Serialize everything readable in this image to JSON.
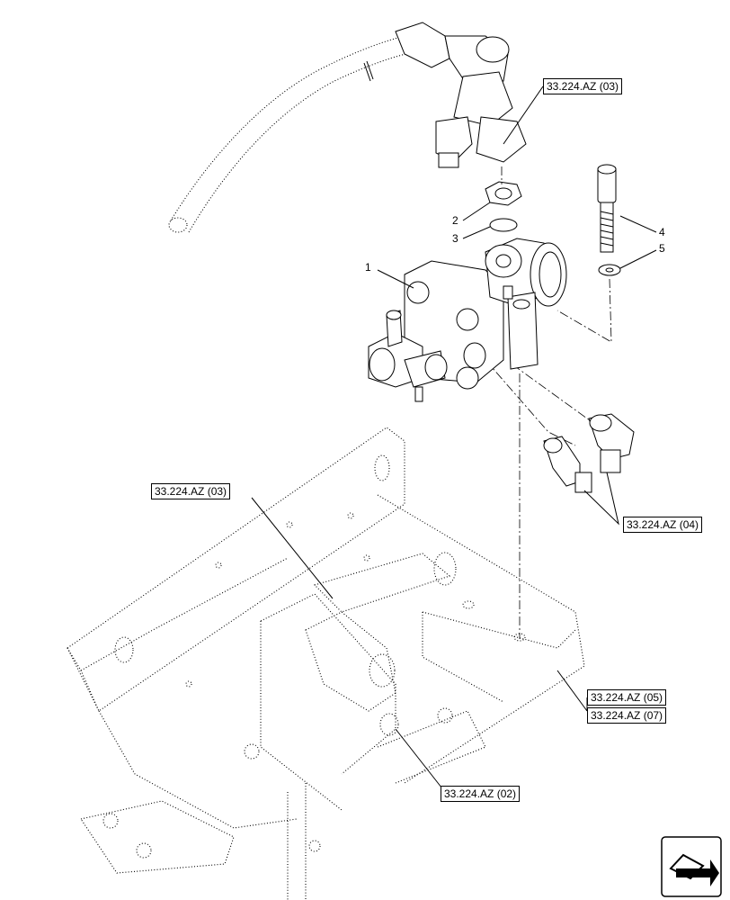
{
  "refs": {
    "r_top": "33.224.AZ (03)",
    "r_left": "33.224.AZ (03)",
    "r_right": "33.224.AZ (04)",
    "r_05": "33.224.AZ (05)",
    "r_07": "33.224.AZ (07)",
    "r_02": "33.224.AZ (02)"
  },
  "items": [
    "1",
    "2",
    "3",
    "4",
    "5"
  ],
  "nav_icon": "next-page-arrow-icon"
}
